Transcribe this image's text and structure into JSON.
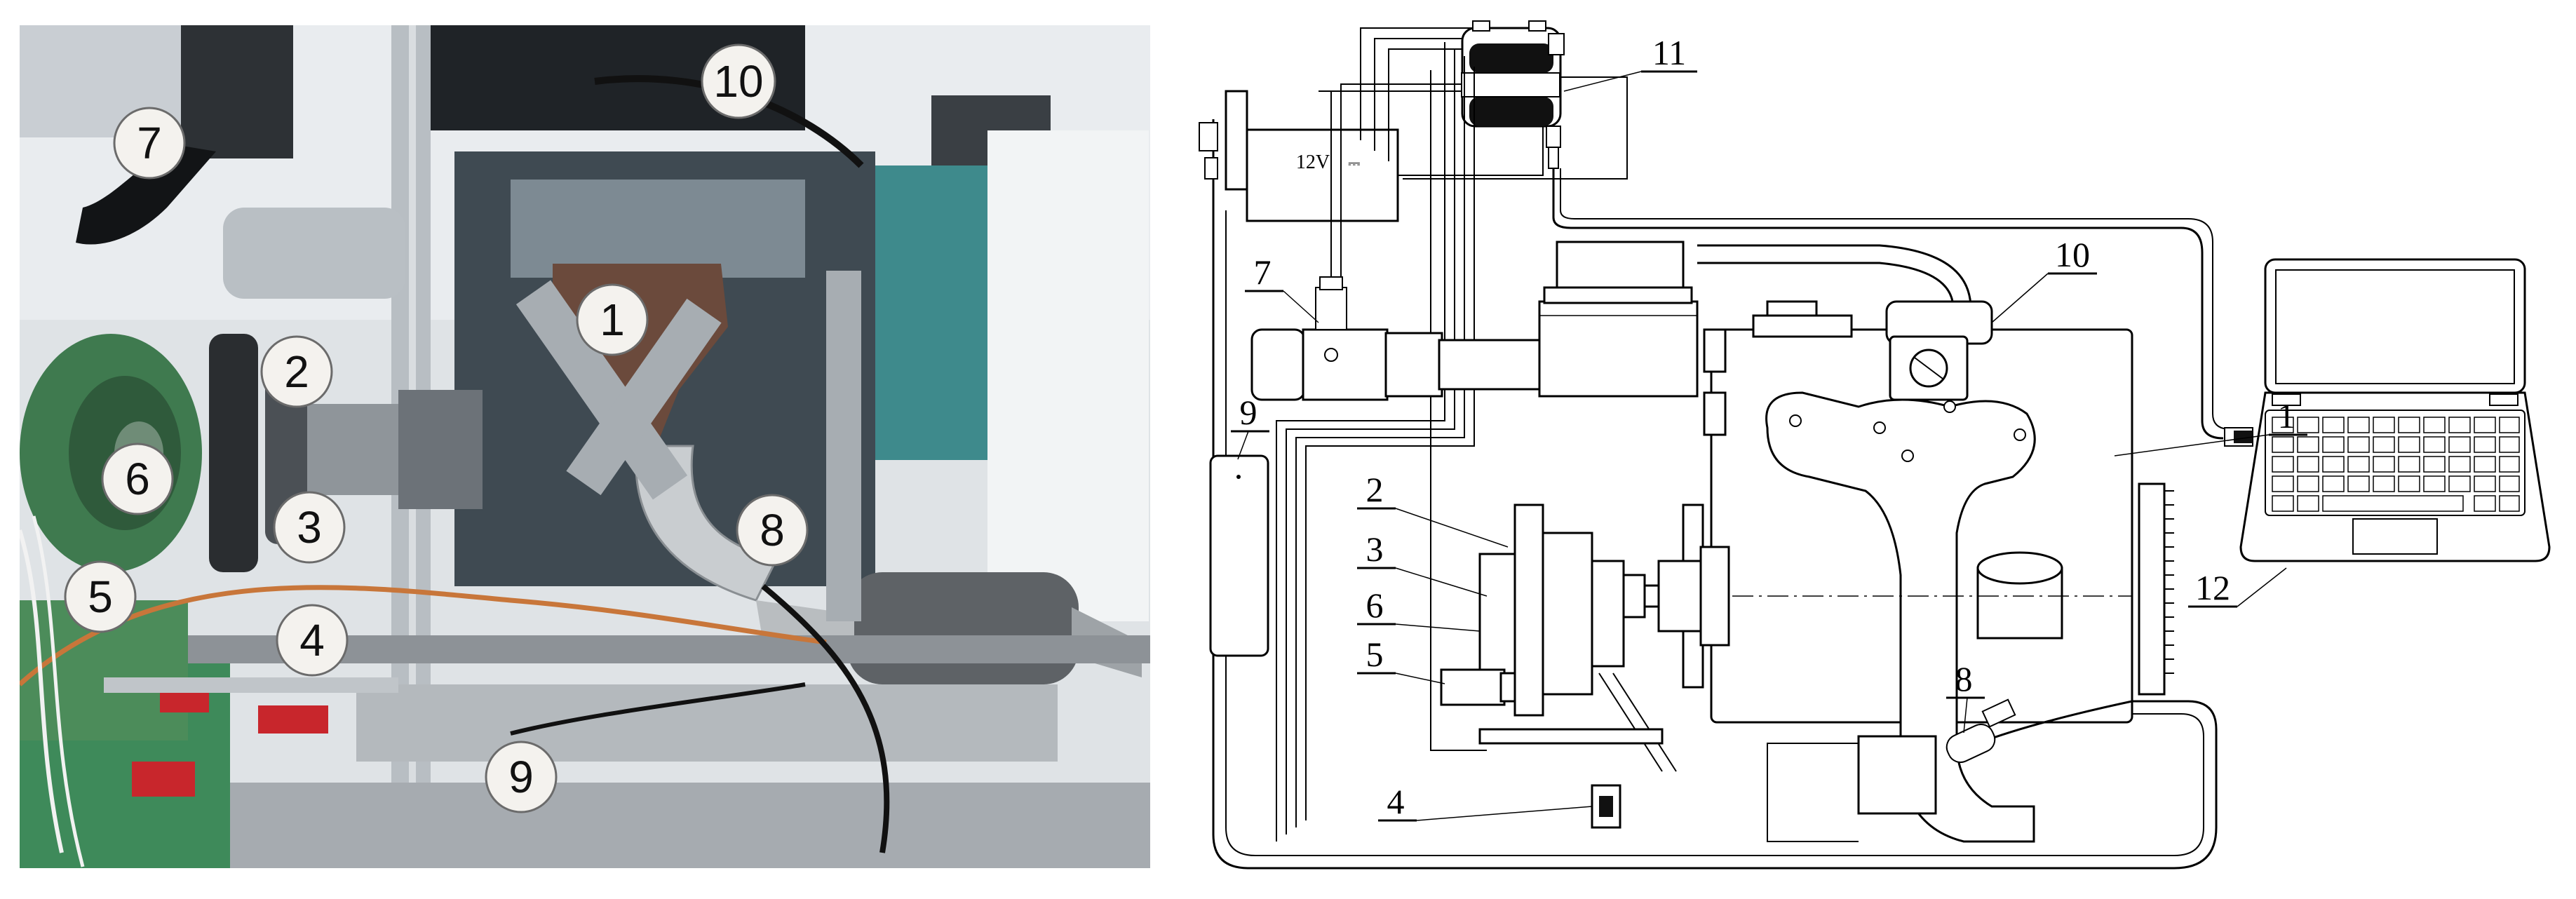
{
  "photo": {
    "callouts": [
      {
        "id": "1",
        "text": "1"
      },
      {
        "id": "2",
        "text": "2"
      },
      {
        "id": "3",
        "text": "3"
      },
      {
        "id": "4",
        "text": "4"
      },
      {
        "id": "5",
        "text": "5"
      },
      {
        "id": "6",
        "text": "6"
      },
      {
        "id": "7",
        "text": "7"
      },
      {
        "id": "8",
        "text": "8"
      },
      {
        "id": "9",
        "text": "9"
      },
      {
        "id": "10",
        "text": "10"
      }
    ]
  },
  "scheme": {
    "supply_label": "12V",
    "labels": {
      "l1": "1",
      "l2": "2",
      "l3": "3",
      "l4": "4",
      "l5": "5",
      "l6": "6",
      "l7": "7",
      "l8": "8",
      "l9": "9",
      "l10": "10",
      "l11": "11",
      "l12": "12"
    }
  },
  "colors": {
    "bench_frame": "#9aa0a6",
    "engine_block": "#3f4a52",
    "exhaust_manifold": "#6b4a3c",
    "dyno_rotor": "#3f7a4f",
    "radiator_teal": "#3e8a8c",
    "wire_copper": "#c8763a",
    "valve_red": "#c8262c",
    "background_wall": "#e8ebee"
  }
}
